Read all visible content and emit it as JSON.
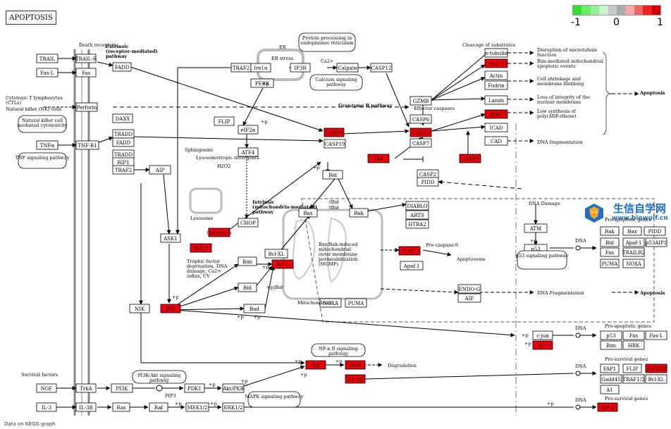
{
  "title": "APOPTOSIS",
  "footer": "Data on KEGG graph",
  "scale": {
    "min_label": "-1",
    "mid_label": "0",
    "max_label": "1",
    "colors": [
      "#33dd33",
      "#66ee66",
      "#99ee99",
      "#ccf2cc",
      "#c8c8c8",
      "#aaaaaa",
      "#f2aaaa",
      "#ee6666",
      "#ee2222",
      "#d40000"
    ]
  },
  "watermark": {
    "line1": "生信自学网",
    "line2": "www.biowolf.cn"
  },
  "colors": {
    "up": "#e8000b",
    "normal": "#ffffff",
    "border": "#000000"
  },
  "nodes": [
    {
      "id": "TRAIL",
      "label": "TRAIL",
      "state": "normal"
    },
    {
      "id": "TRAIL-R",
      "label": "TRAIL-R",
      "state": "normal"
    },
    {
      "id": "FADD1",
      "label": "FADD",
      "state": "normal"
    },
    {
      "id": "Fas-L",
      "label": "Fas-L",
      "state": "normal"
    },
    {
      "id": "Fas",
      "label": "Fas",
      "state": "normal"
    },
    {
      "id": "Perforin",
      "label": "Perforin",
      "state": "normal"
    },
    {
      "id": "DAXX",
      "label": "DAXX",
      "state": "normal"
    },
    {
      "id": "TNFa",
      "label": "TNFα",
      "state": "normal"
    },
    {
      "id": "TNF-R1",
      "label": "TNF-R1",
      "state": "normal"
    },
    {
      "id": "TRADD1",
      "label": "TRADD",
      "state": "normal"
    },
    {
      "id": "FADD2",
      "label": "FADD",
      "state": "normal"
    },
    {
      "id": "TRADD2",
      "label": "TRADD",
      "state": "normal"
    },
    {
      "id": "RIP1",
      "label": "RIP1",
      "state": "normal"
    },
    {
      "id": "TRAF2a",
      "label": "TRAF2",
      "state": "normal"
    },
    {
      "id": "AIP1",
      "label": "AIP",
      "state": "normal"
    },
    {
      "id": "ASK1",
      "label": "ASK1",
      "state": "normal"
    },
    {
      "id": "NIK",
      "label": "NIK",
      "state": "normal"
    },
    {
      "id": "JNK",
      "label": "JNK",
      "state": "up"
    },
    {
      "id": "TRAF2b",
      "label": "TRAF2",
      "state": "normal"
    },
    {
      "id": "Ire1a",
      "label": "Ire1α",
      "state": "normal"
    },
    {
      "id": "IP3R",
      "label": "IP3R",
      "state": "normal"
    },
    {
      "id": "Calpain",
      "label": "Calpain",
      "state": "normal"
    },
    {
      "id": "CASP12",
      "label": "CASP12",
      "state": "normal"
    },
    {
      "id": "PERK",
      "label": "PERK",
      "state": "normal"
    },
    {
      "id": "FLIP1",
      "label": "FLIP",
      "state": "normal"
    },
    {
      "id": "eIF2a",
      "label": "eIF2α",
      "state": "normal"
    },
    {
      "id": "ATF4",
      "label": "ATF4",
      "state": "normal"
    },
    {
      "id": "CHOP",
      "label": "CHOP",
      "state": "normal"
    },
    {
      "id": "CASP8",
      "label": "CASP8",
      "state": "up"
    },
    {
      "id": "CASP10",
      "label": "CASP10",
      "state": "normal"
    },
    {
      "id": "Cathepsin",
      "label": "Cathepsin",
      "state": "up"
    },
    {
      "id": "GZMB",
      "label": "GZMB",
      "state": "normal"
    },
    {
      "id": "CASP6",
      "label": "CASP6",
      "state": "normal"
    },
    {
      "id": "CASP3",
      "label": "CASP3",
      "state": "up"
    },
    {
      "id": "CASP7",
      "label": "CASP7",
      "state": "normal"
    },
    {
      "id": "IAP",
      "label": "IAP",
      "state": "up"
    },
    {
      "id": "CASP9",
      "label": "CASP9",
      "state": "up"
    },
    {
      "id": "Bid1",
      "label": "Bid",
      "state": "normal"
    },
    {
      "id": "CASP2",
      "label": "CASP2",
      "state": "normal"
    },
    {
      "id": "PIDD1",
      "label": "PIDD",
      "state": "normal"
    },
    {
      "id": "Bax1",
      "label": "Bax",
      "state": "normal"
    },
    {
      "id": "Bak1",
      "label": "Bak",
      "state": "normal"
    },
    {
      "id": "DIABLO",
      "label": "DIABLO",
      "state": "normal"
    },
    {
      "id": "ARTS",
      "label": "ARTS",
      "state": "normal"
    },
    {
      "id": "HTRA2",
      "label": "HTRA2",
      "state": "normal"
    },
    {
      "id": "Mcl1",
      "label": "Mcl-1",
      "state": "up"
    },
    {
      "id": "BclXL1",
      "label": "Bcl-XL",
      "state": "normal"
    },
    {
      "id": "Bcl2a",
      "label": "Bcl-2",
      "state": "up"
    },
    {
      "id": "Bim1",
      "label": "Bim",
      "state": "normal"
    },
    {
      "id": "Bid2",
      "label": "Bid",
      "state": "normal"
    },
    {
      "id": "Bad",
      "label": "Bad",
      "state": "normal"
    },
    {
      "id": "CytC",
      "label": "CytC",
      "state": "up"
    },
    {
      "id": "Apaf1a",
      "label": "Apaf-1",
      "state": "normal"
    },
    {
      "id": "ENDOG",
      "label": "ENDO-G",
      "state": "normal"
    },
    {
      "id": "AIF",
      "label": "AIF",
      "state": "normal"
    },
    {
      "id": "NOXA1",
      "label": "NOXA",
      "state": "normal"
    },
    {
      "id": "PUMA1",
      "label": "PUMA",
      "state": "normal"
    },
    {
      "id": "atubulin",
      "label": "α-tubulin",
      "state": "normal"
    },
    {
      "id": "Mst1",
      "label": "Mst-1",
      "state": "up"
    },
    {
      "id": "Actin",
      "label": "Actin",
      "state": "normal"
    },
    {
      "id": "Fodrin",
      "label": "Fodrin",
      "state": "normal"
    },
    {
      "id": "Lamin",
      "label": "Lamin",
      "state": "normal"
    },
    {
      "id": "PARP",
      "label": "PARP",
      "state": "up"
    },
    {
      "id": "ICAD",
      "label": "ICAD",
      "state": "normal"
    },
    {
      "id": "CAD",
      "label": "CAD",
      "state": "normal"
    },
    {
      "id": "ATM",
      "label": "ATM",
      "state": "normal"
    },
    {
      "id": "p53a",
      "label": "p53",
      "state": "normal"
    },
    {
      "id": "Bak2",
      "label": "Bak",
      "state": "normal"
    },
    {
      "id": "Bax2",
      "label": "Bax",
      "state": "normal"
    },
    {
      "id": "PIDD2",
      "label": "PIDD",
      "state": "normal"
    },
    {
      "id": "Bid3",
      "label": "Bid",
      "state": "normal"
    },
    {
      "id": "Apaf1b",
      "label": "Apaf-1",
      "state": "normal"
    },
    {
      "id": "p53AIP1",
      "label": "p53AIP1",
      "state": "normal"
    },
    {
      "id": "Fas2",
      "label": "Fas",
      "state": "normal"
    },
    {
      "id": "TRAILR2",
      "label": "TRAILR2",
      "state": "normal"
    },
    {
      "id": "PUMA2",
      "label": "PUMA",
      "state": "normal"
    },
    {
      "id": "NOXA2",
      "label": "NOXA",
      "state": "normal"
    },
    {
      "id": "cjun",
      "label": "c-jun",
      "state": "normal"
    },
    {
      "id": "AP1",
      "label": "AP1",
      "state": "up"
    },
    {
      "id": "p53b",
      "label": "p53",
      "state": "normal"
    },
    {
      "id": "Fas3",
      "label": "Fas",
      "state": "normal"
    },
    {
      "id": "FasL2",
      "label": "Fas-L",
      "state": "normal"
    },
    {
      "id": "Bim2",
      "label": "Bim",
      "state": "normal"
    },
    {
      "id": "HRK",
      "label": "HRK",
      "state": "normal"
    },
    {
      "id": "IKK",
      "label": "IKK",
      "state": "up"
    },
    {
      "id": "IkBa",
      "label": "IκBα",
      "state": "up"
    },
    {
      "id": "NFkB",
      "label": "NF-κB",
      "state": "up"
    },
    {
      "id": "FAP1",
      "label": "FAP1",
      "state": "normal"
    },
    {
      "id": "FLIP2",
      "label": "FLIP",
      "state": "normal"
    },
    {
      "id": "IAP2",
      "label": "IAP/XIAP",
      "state": "up"
    },
    {
      "id": "Gadd45",
      "label": "Gadd45",
      "state": "normal"
    },
    {
      "id": "TRAF12",
      "label": "TRAF1/2",
      "state": "normal"
    },
    {
      "id": "BclXL2",
      "label": "Bcl-XL",
      "state": "normal"
    },
    {
      "id": "A1",
      "label": "A1",
      "state": "normal"
    },
    {
      "id": "NGF",
      "label": "NGF",
      "state": "normal"
    },
    {
      "id": "TrkA",
      "label": "TrkA",
      "state": "normal"
    },
    {
      "id": "PI3K",
      "label": "PI3K",
      "state": "normal"
    },
    {
      "id": "PDK1",
      "label": "PDK1",
      "state": "normal"
    },
    {
      "id": "AktPKB",
      "label": "Akt/PKB",
      "state": "normal"
    },
    {
      "id": "IL3",
      "label": "IL-3",
      "state": "normal"
    },
    {
      "id": "IL3R",
      "label": "IL-3R",
      "state": "normal"
    },
    {
      "id": "Ras",
      "label": "Ras",
      "state": "normal"
    },
    {
      "id": "Raf",
      "label": "Raf",
      "state": "normal"
    },
    {
      "id": "MEK12",
      "label": "MEK1/2",
      "state": "normal"
    },
    {
      "id": "ERK12",
      "label": "ERK1/2",
      "state": "normal"
    },
    {
      "id": "Bcl2b",
      "label": "Bcl-2",
      "state": "up"
    }
  ],
  "pathways": [
    {
      "id": "pw-protein",
      "label": "Protein processing in endoplasmic reticulum"
    },
    {
      "id": "pw-calcium",
      "label": "Calcium signaling pathway"
    },
    {
      "id": "pw-nk",
      "label": "Natural killer cell mediated cytotoxicity"
    },
    {
      "id": "pw-tnf",
      "label": "TNF signaling pathway"
    },
    {
      "id": "pw-p53",
      "label": "p53 signaling pathway"
    },
    {
      "id": "pw-nfkb",
      "label": "NF-κ B signaling pathway"
    },
    {
      "id": "pw-pi3k",
      "label": "PI3K-Akt signaling pathway"
    },
    {
      "id": "pw-mapk",
      "label": "MAPK signaling pathway"
    }
  ],
  "labels": [
    {
      "id": "death-receptors",
      "text": "Death receptors"
    },
    {
      "id": "extrinsic",
      "text": "Extrinsic (receptor-mediated) pathway"
    },
    {
      "id": "ctl",
      "text": "Cytotoxic T lymphocytes (CTLs)"
    },
    {
      "id": "nkcells",
      "text": "Natural killer (NK) cells"
    },
    {
      "id": "er",
      "text": "ER"
    },
    {
      "id": "erstress",
      "text": "ER stress"
    },
    {
      "id": "ca2",
      "text": "Ca2+"
    },
    {
      "id": "sphingosine",
      "text": "Sphingosine"
    },
    {
      "id": "lyso-det",
      "text": "Lysosomotropic detergents"
    },
    {
      "id": "h2o2",
      "text": "H2O2"
    },
    {
      "id": "lysosome",
      "text": "Lysosome"
    },
    {
      "id": "intrinsic",
      "text": "Intrinsic (mitochondria-mediated) pathway"
    },
    {
      "id": "granzyme",
      "text": "Granzyme B pathway"
    },
    {
      "id": "effector",
      "text": "Effector caspases"
    },
    {
      "id": "cleavage",
      "text": "Cleavage of substrates"
    },
    {
      "id": "micro",
      "text": "Disruption of microtubule function"
    },
    {
      "id": "bim-med",
      "text": "Bim-mediated mitochondrial apoptotic events"
    },
    {
      "id": "shrink",
      "text": "Cell shrinkage and membrane blebbing"
    },
    {
      "id": "nuclear",
      "text": "Loss of integrity of the nuclear membrane"
    },
    {
      "id": "parp-low",
      "text": "Low synthesis of poly(ADP-ribose)"
    },
    {
      "id": "dnafrag1",
      "text": "DNA fragmentation"
    },
    {
      "id": "apoptosis1",
      "text": "Apoptosis"
    },
    {
      "id": "tbid",
      "text": "tBid"
    },
    {
      "id": "bidmod",
      "text": "tBid"
    },
    {
      "id": "momp",
      "text": "Bax/Bak-induced mitochondrial outer membrane permeabilization (MOMP)"
    },
    {
      "id": "procasp9",
      "text": "Pro-caspase-9"
    },
    {
      "id": "apoptosome",
      "text": "Apoptosome"
    },
    {
      "id": "trophic",
      "text": "Trophic factor deprivation, DNA damage, Ca2+ influx, UV"
    },
    {
      "id": "mito",
      "text": "Mitochondrion"
    },
    {
      "id": "dnadamage",
      "text": "DNA Damage"
    },
    {
      "id": "dnafrag2",
      "text": "DNA Fragmentation"
    },
    {
      "id": "apoptosis2",
      "text": "Apoptosis"
    },
    {
      "id": "proapop1",
      "text": "Pro-apoptotic genes"
    },
    {
      "id": "proapop2",
      "text": "Pro-apoptotic genes"
    },
    {
      "id": "prosurv1",
      "text": "Pro-survival genes"
    },
    {
      "id": "prosurv2",
      "text": "Pro-survival genes"
    },
    {
      "id": "dna1",
      "text": "DNA"
    },
    {
      "id": "dna2",
      "text": "DNA"
    },
    {
      "id": "dna3",
      "text": "DNA"
    },
    {
      "id": "dna4",
      "text": "DNA"
    },
    {
      "id": "degradation",
      "text": "Degradation"
    },
    {
      "id": "survival",
      "text": "Survival factors"
    },
    {
      "id": "pip3",
      "text": "PIP3"
    },
    {
      "id": "jbid",
      "text": "jBid"
    },
    {
      "id": "p-1",
      "text": "+p"
    },
    {
      "id": "p-2",
      "text": "+p"
    },
    {
      "id": "p-3",
      "text": "+p"
    },
    {
      "id": "p-4",
      "text": "+p"
    },
    {
      "id": "p-5",
      "text": "+p"
    },
    {
      "id": "p-6",
      "text": "+p"
    },
    {
      "id": "p-7",
      "text": "+p"
    },
    {
      "id": "p-8",
      "text": "+p"
    },
    {
      "id": "p-9",
      "text": "+p"
    },
    {
      "id": "p-10",
      "text": "+p"
    },
    {
      "id": "p-11",
      "text": "+p"
    },
    {
      "id": "p-12",
      "text": "+p"
    },
    {
      "id": "p-13",
      "text": "+p"
    },
    {
      "id": "p-14",
      "text": "+p"
    },
    {
      "id": "p-15",
      "text": "+p"
    },
    {
      "id": "p-16",
      "text": "+p"
    },
    {
      "id": "p-17",
      "text": "+p"
    },
    {
      "id": "p-18",
      "text": "+p"
    },
    {
      "id": "p-19",
      "text": "+p"
    }
  ]
}
